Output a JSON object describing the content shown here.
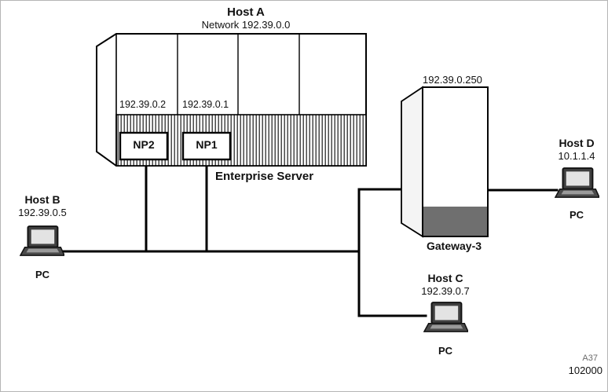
{
  "host_a": {
    "title": "Host A",
    "network": "Network 192.39.0.0",
    "np2_ip": "192.39.0.2",
    "np1_ip": "192.39.0.1",
    "np2_label": "NP2",
    "np1_label": "NP1",
    "caption": "Enterprise Server"
  },
  "gateway": {
    "ip": "192.39.0.250",
    "label": "Gateway-3"
  },
  "host_b": {
    "title": "Host B",
    "ip": "192.39.0.5",
    "type": "PC"
  },
  "host_c": {
    "title": "Host C",
    "ip": "192.39.0.7",
    "type": "PC"
  },
  "host_d": {
    "title": "Host D",
    "ip": "10.1.1.4",
    "type": "PC"
  },
  "footer": {
    "ref": "A37",
    "code": "102000"
  },
  "colors": {
    "line": "#000000",
    "gateway_band": "#6f6f6f",
    "laptop_body": "#3f3f3f"
  }
}
